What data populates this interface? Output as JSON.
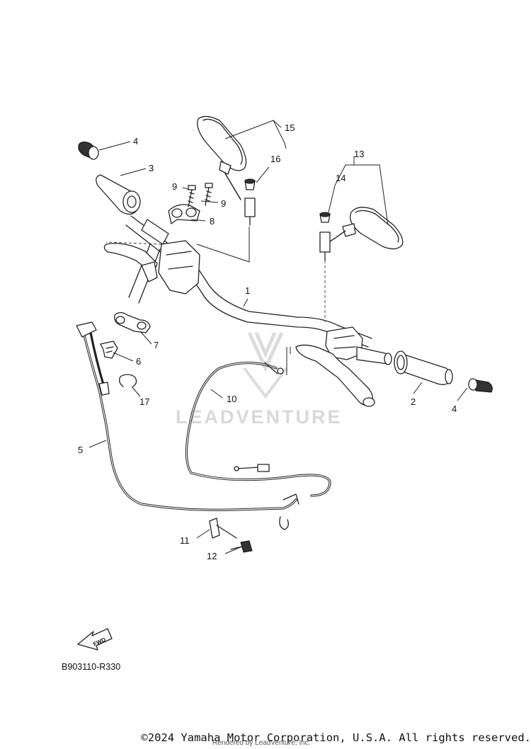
{
  "diagram": {
    "callouts": [
      {
        "id": "c-4a",
        "text": "4"
      },
      {
        "id": "c-3",
        "text": "3"
      },
      {
        "id": "c-9a",
        "text": "9"
      },
      {
        "id": "c-9b",
        "text": "9"
      },
      {
        "id": "c-8",
        "text": "8"
      },
      {
        "id": "c-15",
        "text": "15"
      },
      {
        "id": "c-16",
        "text": "16"
      },
      {
        "id": "c-13",
        "text": "13"
      },
      {
        "id": "c-14",
        "text": "14"
      },
      {
        "id": "c-1",
        "text": "1"
      },
      {
        "id": "c-7",
        "text": "7"
      },
      {
        "id": "c-6",
        "text": "6"
      },
      {
        "id": "c-17",
        "text": "17"
      },
      {
        "id": "c-10",
        "text": "10"
      },
      {
        "id": "c-5",
        "text": "5"
      },
      {
        "id": "c-2",
        "text": "2"
      },
      {
        "id": "c-4b",
        "text": "4"
      },
      {
        "id": "c-11",
        "text": "11"
      },
      {
        "id": "c-12",
        "text": "12"
      }
    ],
    "fwd_label": "FWD",
    "watermark": "LEADVENTURE",
    "diagram_code": "B903110-R330"
  },
  "footer": {
    "copyright": "©2024 Yamaha Motor Corporation, U.S.A. All rights reserved.",
    "rendered_by": "Rendered by LeadVenture, Inc."
  }
}
